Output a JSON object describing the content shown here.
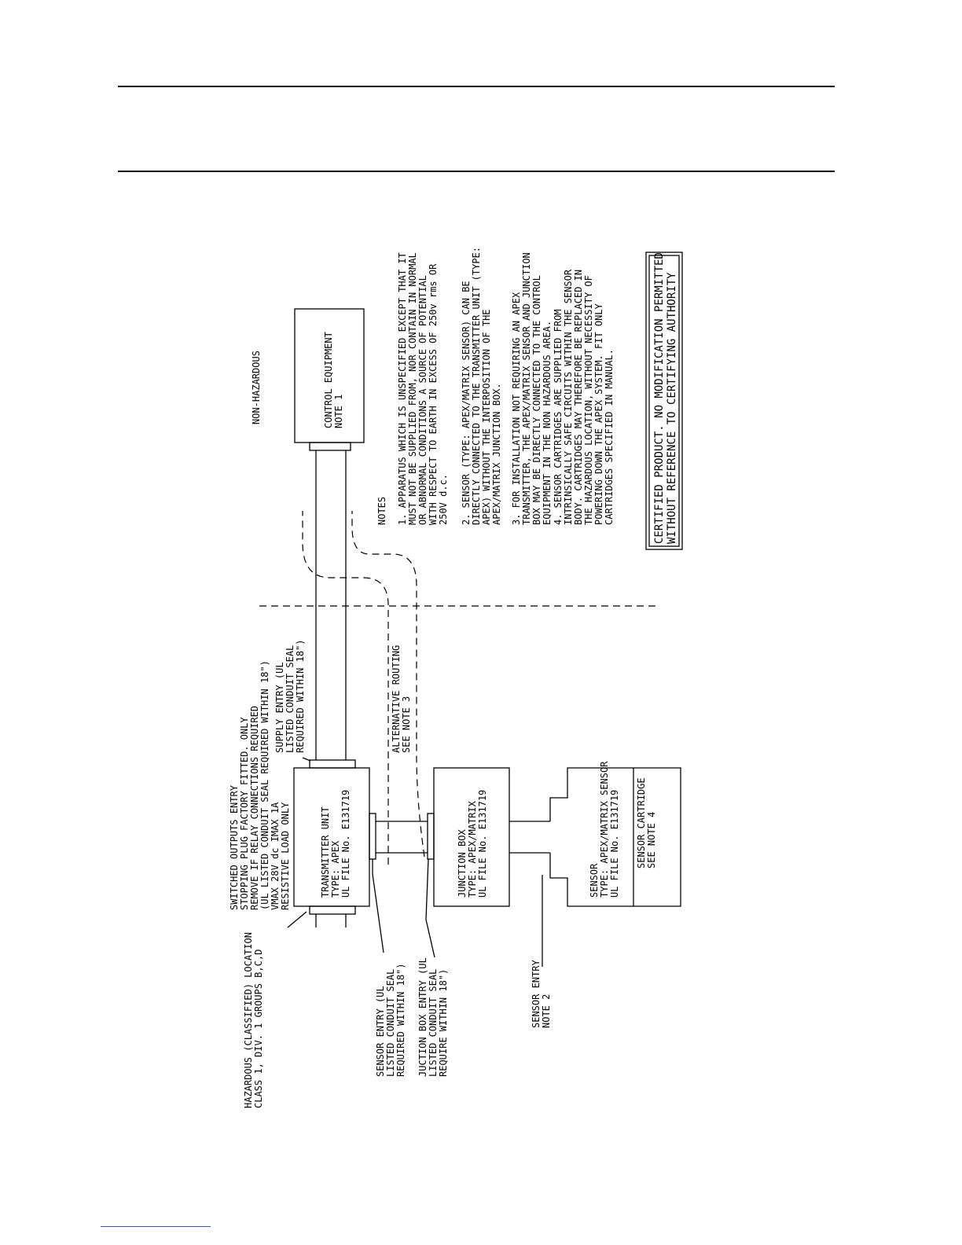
{
  "labels": {
    "hazardous": [
      "HAZARDOUS (CLASSIFIED) LOCATION",
      "CLASS 1, DIV. 1 GROUPS B,C,D"
    ],
    "non_hazardous": "NON-HAZARDOUS",
    "switched_outputs": [
      "SWITCHED OUTPUTS ENTRY",
      "STOPPING PLUG FACTORY FITTED. ONLY",
      "REMOVE IF RELAY CONNECTIONS REQUIRED",
      "(UL LISTED CONDUIT SEAL REQUIRED WITHIN 18\")",
      "VMAX 28V dc IMAX 1A",
      "RESISTIVE LOAD ONLY"
    ],
    "supply_entry": [
      "SUPPLY ENTRY (UL",
      "LISTED CONDUIT SEAL",
      "REQUIRED WITHIN 18\")"
    ],
    "alternative_routing": [
      "ALTERNATIVE ROUTING",
      "SEE NOTE 3"
    ],
    "sensor_entry_ul": [
      "SENSOR ENTRY (UL",
      "LISTED CONDUIT SEAL",
      "REQUIRED WITHIN 18\")"
    ],
    "junction_entry_ul": [
      "JUCTION BOX ENTRY (UL",
      "LISTED CONDUIT SEAL",
      "REQUIRE WITHIN 18\")"
    ],
    "sensor_entry_note": [
      "SENSOR ENTRY",
      "NOTE 2"
    ]
  },
  "boxes": {
    "control_equipment": [
      "CONTROL EQUIPMENT",
      "NOTE 1"
    ],
    "transmitter": [
      "TRANSMITTER UNIT",
      "TYPE: APEX",
      "UL FILE No. E131719"
    ],
    "junction": [
      "JUNCTION BOX",
      "TYPE: APEX/MATRIX",
      "UL FILE No. E131719"
    ],
    "sensor": [
      "SENSOR",
      "TYPE: APEX/MATRIX SENSOR",
      "UL FILE No. E131719"
    ],
    "sensor_cartridge": [
      "SENSOR CARTRIDGE",
      "SEE NOTE 4"
    ]
  },
  "notes": {
    "heading": "NOTES",
    "items": [
      [
        "1. APPARATUS WHICH IS UNSPECIFIED EXCEPT THAT IT",
        "MUST NOT BE SUPPLIED FROM, NOR CONTAIN IN NORMAL",
        "OR ABNORMAL CONDITIONS A SOURCE OF POTENTIAL",
        "WITH RESPECT TO EARTH IN EXCESS OF 250v rms OR",
        "250V d.c."
      ],
      [
        "2. SENSOR (TYPE: APEX/MATRIX SENSOR) CAN BE",
        "DIRECTLY CONNECTED TO THE TRANSMITTER UNIT (TYPE:",
        "APEX) WITHOUT THE INTERPOSITION OF THE",
        "APEX/MATRIX JUNCTION BOX."
      ],
      [
        "3. FOR INSTALLATION NOT REQUIRING AN APEX",
        "TRANSMITTER, THE APEX/MATRIX SENSOR AND JUNCTION",
        "BOX MAY BE DIRECTLY CONNECTED TO THE CONTROL",
        "EQUIPMENT IN THE NON HAZARDOUS AREA."
      ],
      [
        "4. SENSOR CARTRIDGES ARE SUPPLIED FROM",
        "INTRINSICALLY SAFE CIRCUITS WITHIN THE SENSOR",
        "BODY. CARTRIDGES MAY THEREFORE BE REPLACED IN",
        "THE HAZARDOUS LOCATION, WITHOUT NECESSITY OF",
        "POWERING DOWN THE APEX SYSTEM. FIT ONLY",
        "CARTRIDGES SPECIFIED IN MANUAL."
      ]
    ]
  },
  "certified": [
    "CERTIFIED PRODUCT. NO MODIFICATION PERMITTED",
    "WITHOUT REFERENCE TO CERTIFYING AUTHORITY"
  ]
}
